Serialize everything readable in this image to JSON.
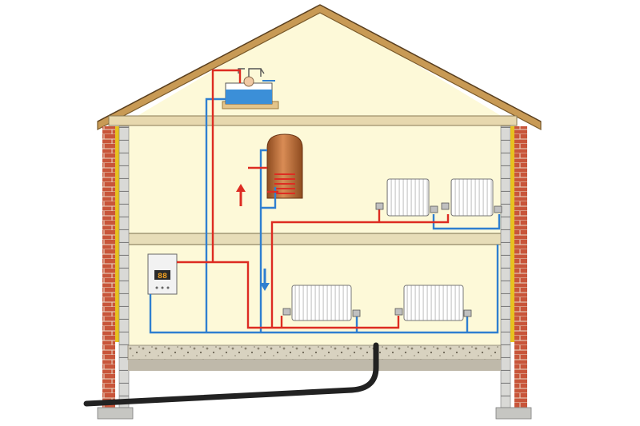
{
  "diagram": {
    "subject": "house-heating-system-cross-section",
    "components": {
      "boiler_display_text": "88",
      "supply_color": "#dd2c22",
      "return_color": "#2f7fd0"
    },
    "flow_arrows": [
      {
        "direction": "up",
        "pipe": "supply"
      },
      {
        "direction": "down",
        "pipe": "return"
      }
    ],
    "colors": {
      "wall_interior": "#fdf9d8",
      "roof_timber": "#c89a55",
      "brick": "#c8553a",
      "insulation": "#e8c21e",
      "floor_slab": "#d8d2c0",
      "tank_water": "#3b8fd8",
      "cylinder": "#b3642d",
      "external_pipe": "#222222"
    }
  }
}
